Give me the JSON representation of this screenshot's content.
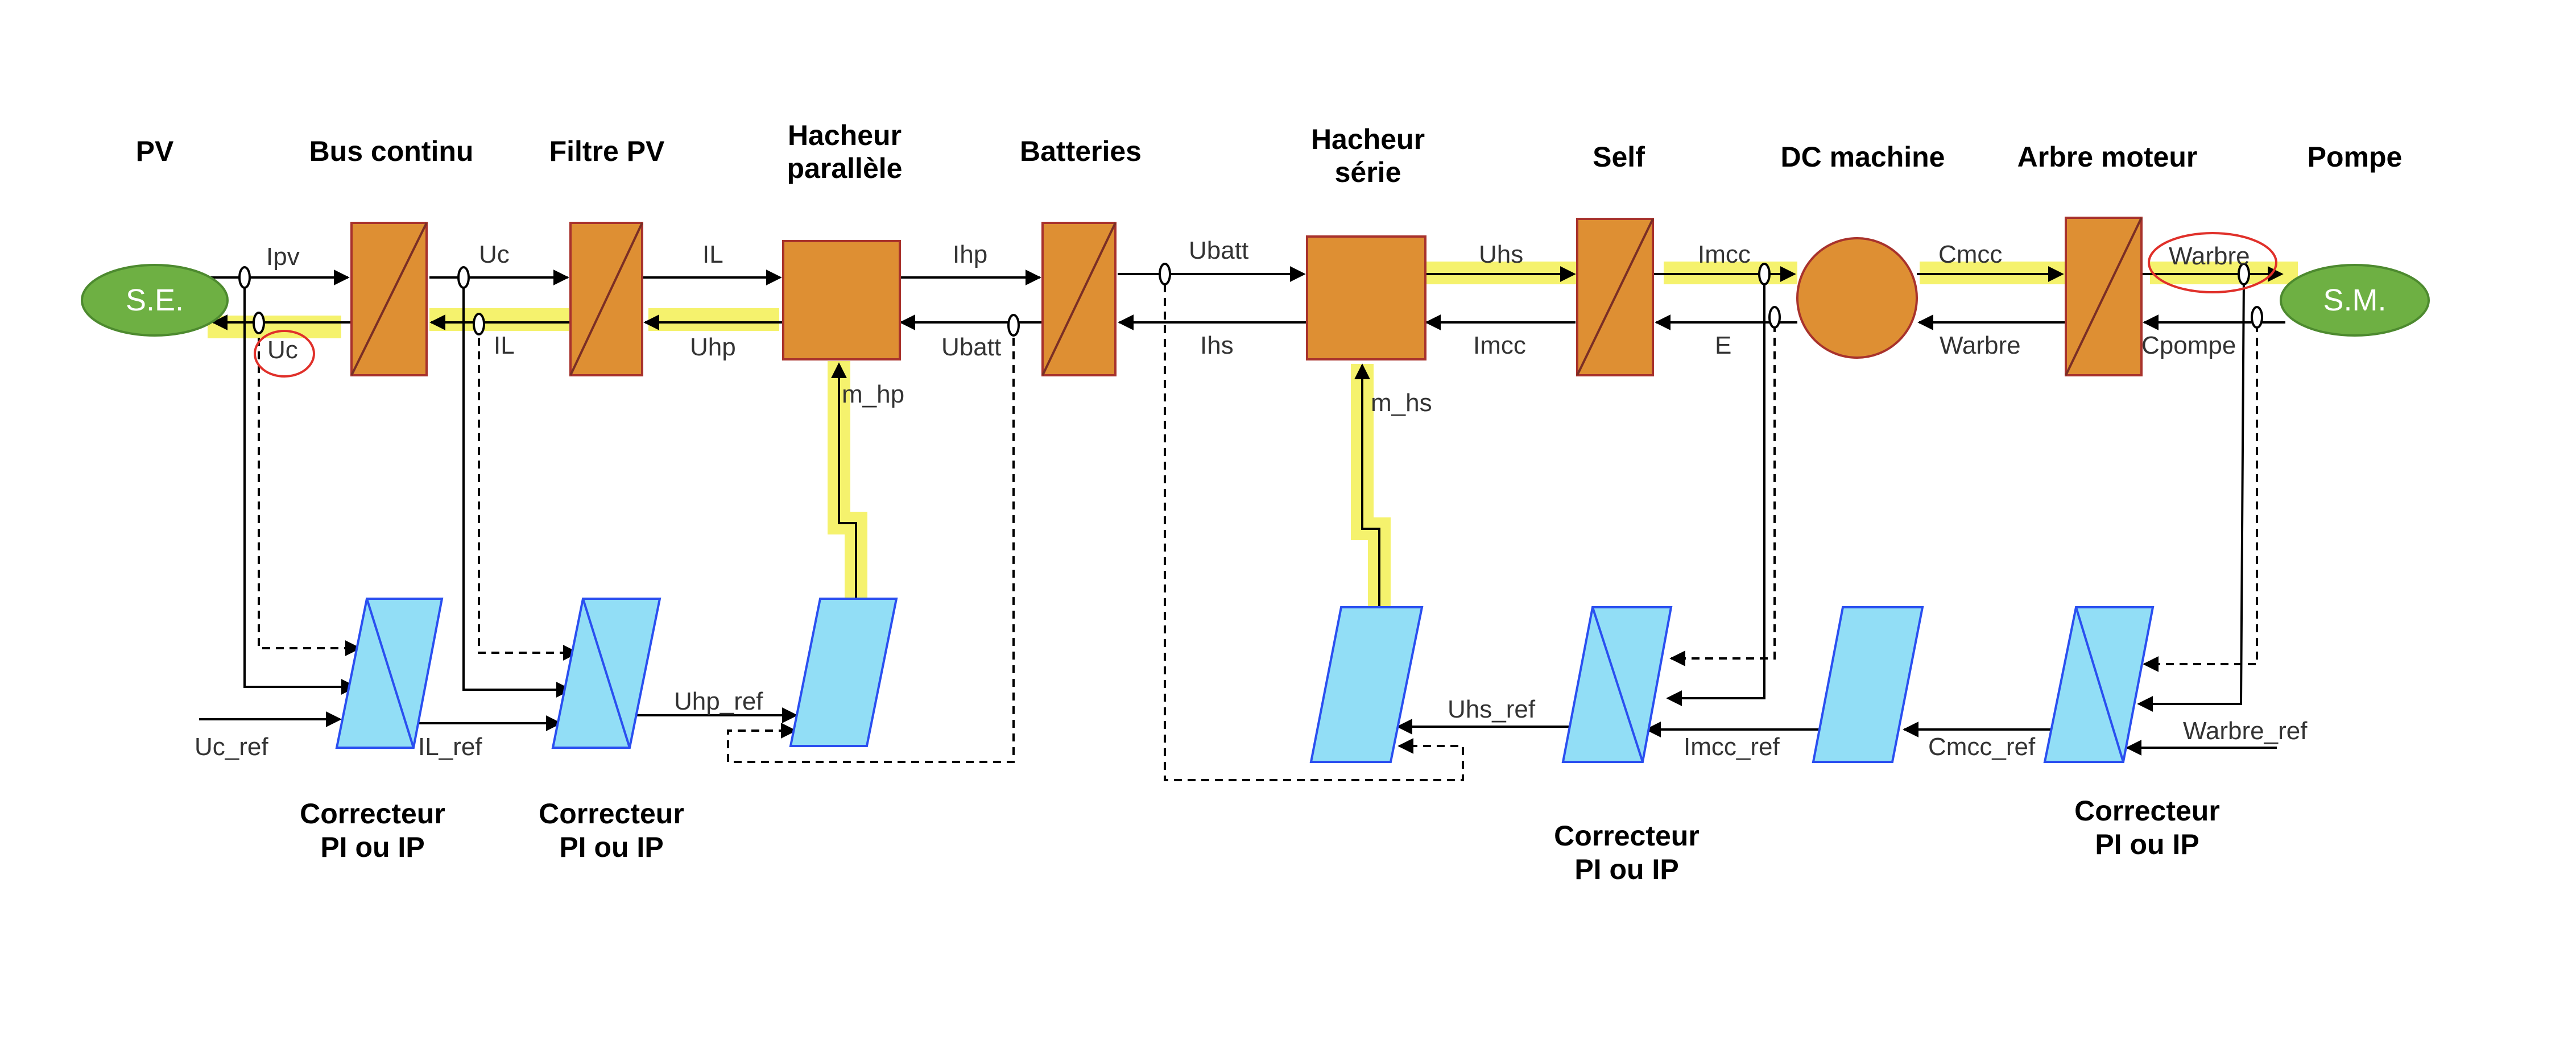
{
  "titles": {
    "pv": "PV",
    "bus": "Bus continu",
    "filtre": "Filtre PV",
    "hp_1": "Hacheur",
    "hp_2": "parallèle",
    "batteries": "Batteries",
    "hs_1": "Hacheur",
    "hs_2": "série",
    "self": "Self",
    "dcm": "DC machine",
    "arbre": "Arbre moteur",
    "pompe": "Pompe"
  },
  "sources": {
    "se": "S.E.",
    "sm": "S.M."
  },
  "signals": {
    "ipv": "Ipv",
    "uc_fb": "Uc",
    "uc": "Uc",
    "il_fb": "IL",
    "il": "IL",
    "uhp": "Uhp",
    "ihp": "Ihp",
    "m_hp": "m_hp",
    "ubatt_fb": "Ubatt",
    "ubatt": "Ubatt",
    "ihs": "Ihs",
    "uhs": "Uhs",
    "m_hs": "m_hs",
    "imcc_top": "Imcc",
    "imcc_bot": "Imcc",
    "e": "E",
    "cmcc": "Cmcc",
    "warbre_bot": "Warbre",
    "warbre_top": "Warbre",
    "cpompe": "Cpompe"
  },
  "refs": {
    "uc_ref": "Uc_ref",
    "il_ref": "IL_ref",
    "uhp_ref": "Uhp_ref",
    "uhs_ref": "Uhs_ref",
    "imcc_ref": "Imcc_ref",
    "cmcc_ref": "Cmcc_ref",
    "warbre_ref": "Warbre_ref"
  },
  "correcteurs": {
    "line1": "Correcteur",
    "line2": "PI ou IP"
  },
  "colors": {
    "converter": "#de8f33",
    "converter_border": "#a8322c",
    "controller": "#92def6",
    "controller_border": "#2a4ff0",
    "source": "#6eb043",
    "highlight": "#f2ee3c",
    "emphasis_circle": "#e0302a"
  }
}
